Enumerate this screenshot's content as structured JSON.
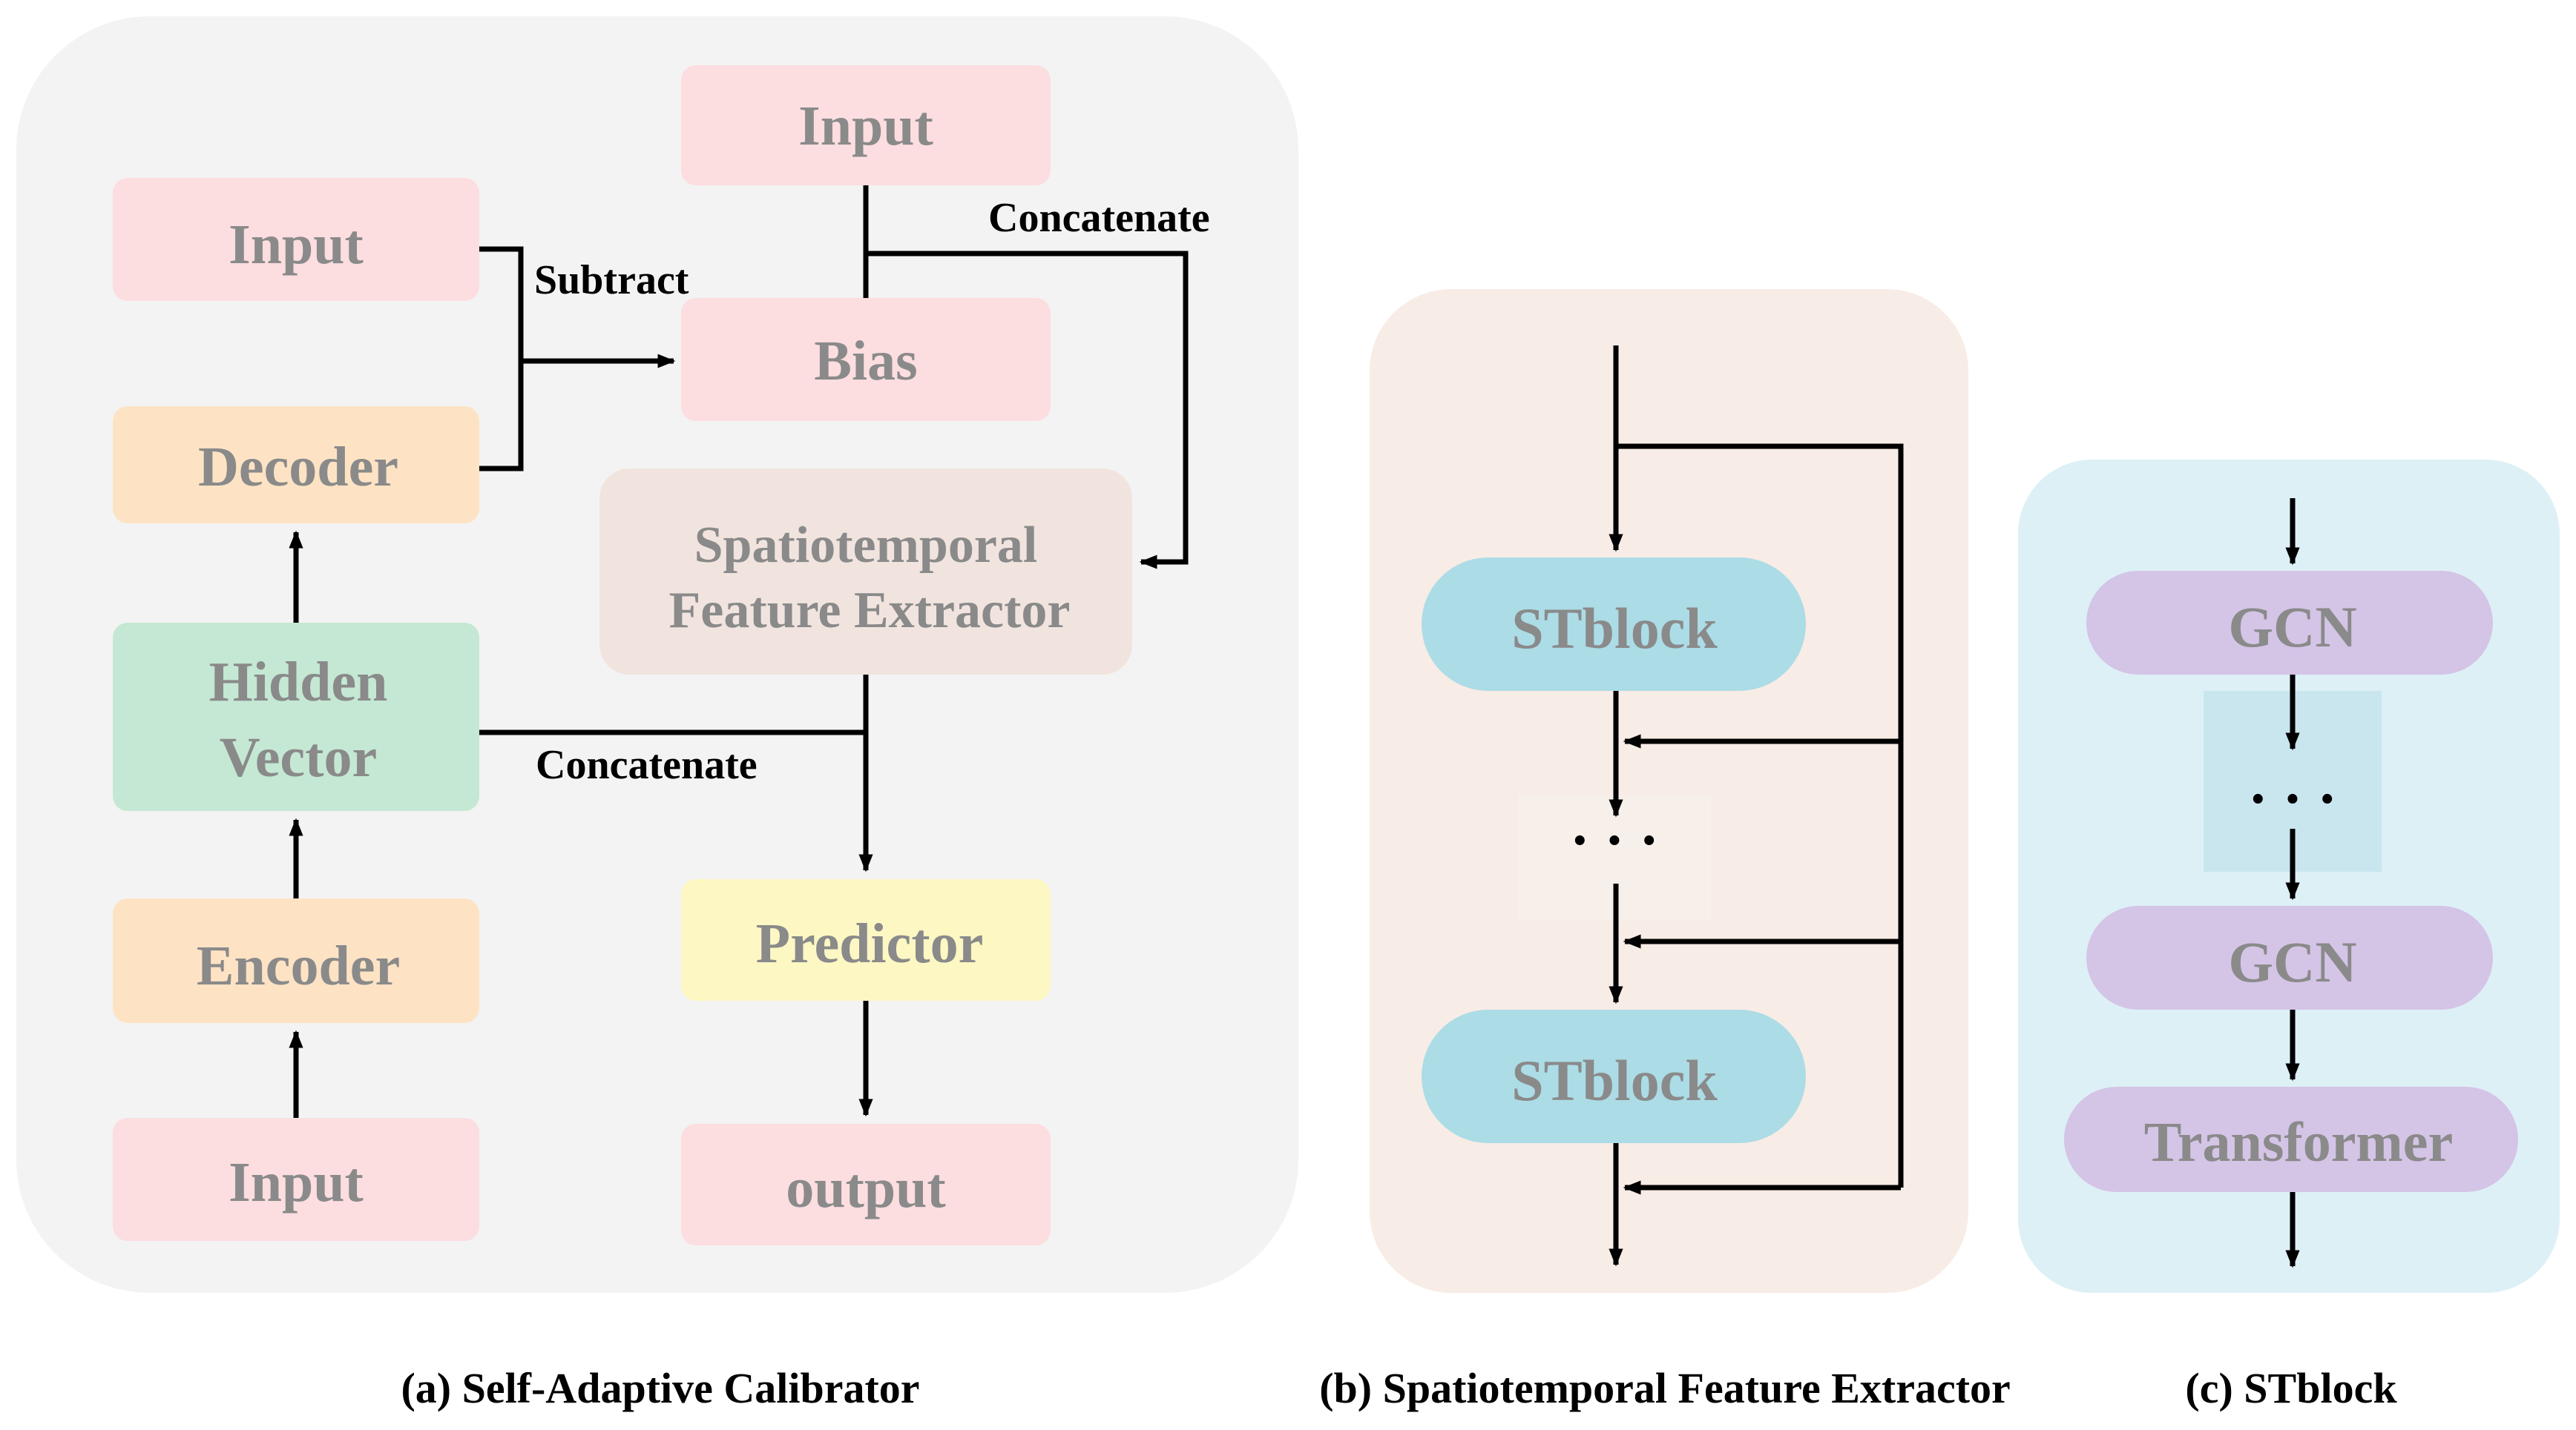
{
  "panel_a": {
    "caption": "(a) Self-Adaptive Calibrator",
    "nodes": {
      "input_top": "Input",
      "input_left": "Input",
      "input_bottom": "Input",
      "bias": "Bias",
      "decoder": "Decoder",
      "hidden_line1": "Hidden",
      "hidden_line2": "Vector",
      "encoder": "Encoder",
      "sfe_line1": "Spatiotemporal",
      "sfe_line2": "Feature Extractor",
      "predictor": "Predictor",
      "output": "output"
    },
    "edge_labels": {
      "subtract": "Subtract",
      "concatenate_top": "Concatenate",
      "concatenate_mid": "Concatenate"
    }
  },
  "panel_b": {
    "caption": "(b) Spatiotemporal Feature Extractor",
    "nodes": {
      "stblock_top": "STblock",
      "ellipsis": "· · ·",
      "stblock_bottom": "STblock"
    }
  },
  "panel_c": {
    "caption": "(c) STblock",
    "nodes": {
      "gcn_top": "GCN",
      "ellipsis": "· · ·",
      "gcn_bottom": "GCN",
      "transformer": "Transformer"
    }
  },
  "colors": {
    "input_pink": "#fcdde0",
    "coder_orange": "#fde3c4",
    "hidden_green": "#c4e8d3",
    "sfe_beige": "#f1e4df",
    "predictor_yellow": "#fdf7c3",
    "stblock_blue": "#acdce6",
    "gcn_purple": "#d4c4e6",
    "panel_a_bg": "#f3f3f3",
    "panel_b_bg": "#f8ece6",
    "panel_c_bg": "#ddf0f6",
    "box_text": "#8a8a8a"
  }
}
